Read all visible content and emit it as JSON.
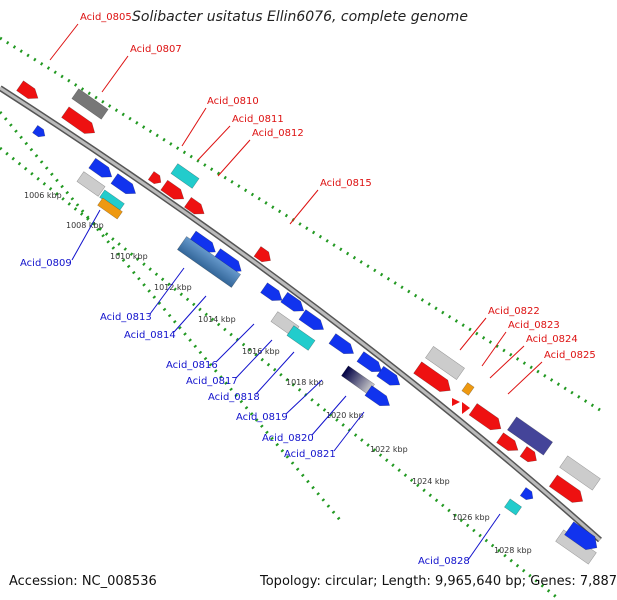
{
  "title": "Solibacter usitatus Ellin6076, complete genome",
  "footer": {
    "accession": "Accession: NC_008536",
    "topology": "Topology: circular; Length: 9,965,640 bp; Genes: 7,887"
  },
  "colors": {
    "forward_label": "#dd1111",
    "reverse_label": "#1111cc",
    "backbone": "#8a8a8a",
    "track_dots": "#229922",
    "kbp_text": "#333333"
  },
  "kbp_ticks": [
    "1006 kbp",
    "1008 kbp",
    "1010 kbp",
    "1012 kbp",
    "1014 kbp",
    "1016 kbp",
    "1018 kbp",
    "1020 kbp",
    "1022 kbp",
    "1024 kbp",
    "1026 kbp",
    "1028 kbp"
  ],
  "forward_labels": [
    "Acid_0805",
    "Acid_0807",
    "Acid_0810",
    "Acid_0811",
    "Acid_0812",
    "Acid_0815",
    "Acid_0822",
    "Acid_0823",
    "Acid_0824",
    "Acid_0825"
  ],
  "reverse_labels": [
    "Acid_0809",
    "Acid_0813",
    "Acid_0814",
    "Acid_0816",
    "Acid_0817",
    "Acid_0818",
    "Acid_0819",
    "Acid_0820",
    "Acid_0821",
    "Acid_0828"
  ]
}
